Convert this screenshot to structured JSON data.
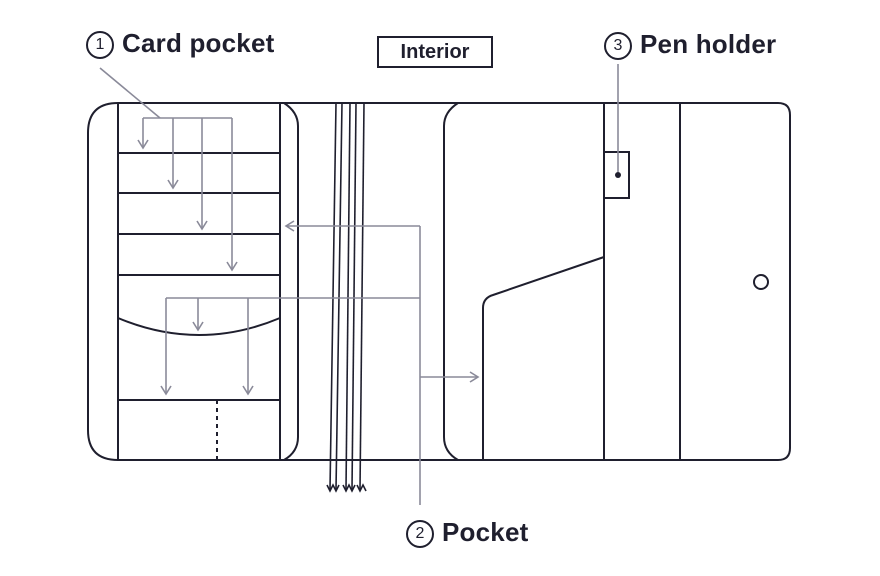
{
  "title_box": {
    "label": "Interior"
  },
  "labels": {
    "card_pocket": {
      "number": "1",
      "text": "Card pocket"
    },
    "pen_holder": {
      "number": "3",
      "text": "Pen holder"
    },
    "pocket": {
      "number": "2",
      "text": "Pocket"
    }
  },
  "colors": {
    "outline": "#1f1f2e",
    "callout": "#8a8a99",
    "text": "#1f1f2e"
  }
}
